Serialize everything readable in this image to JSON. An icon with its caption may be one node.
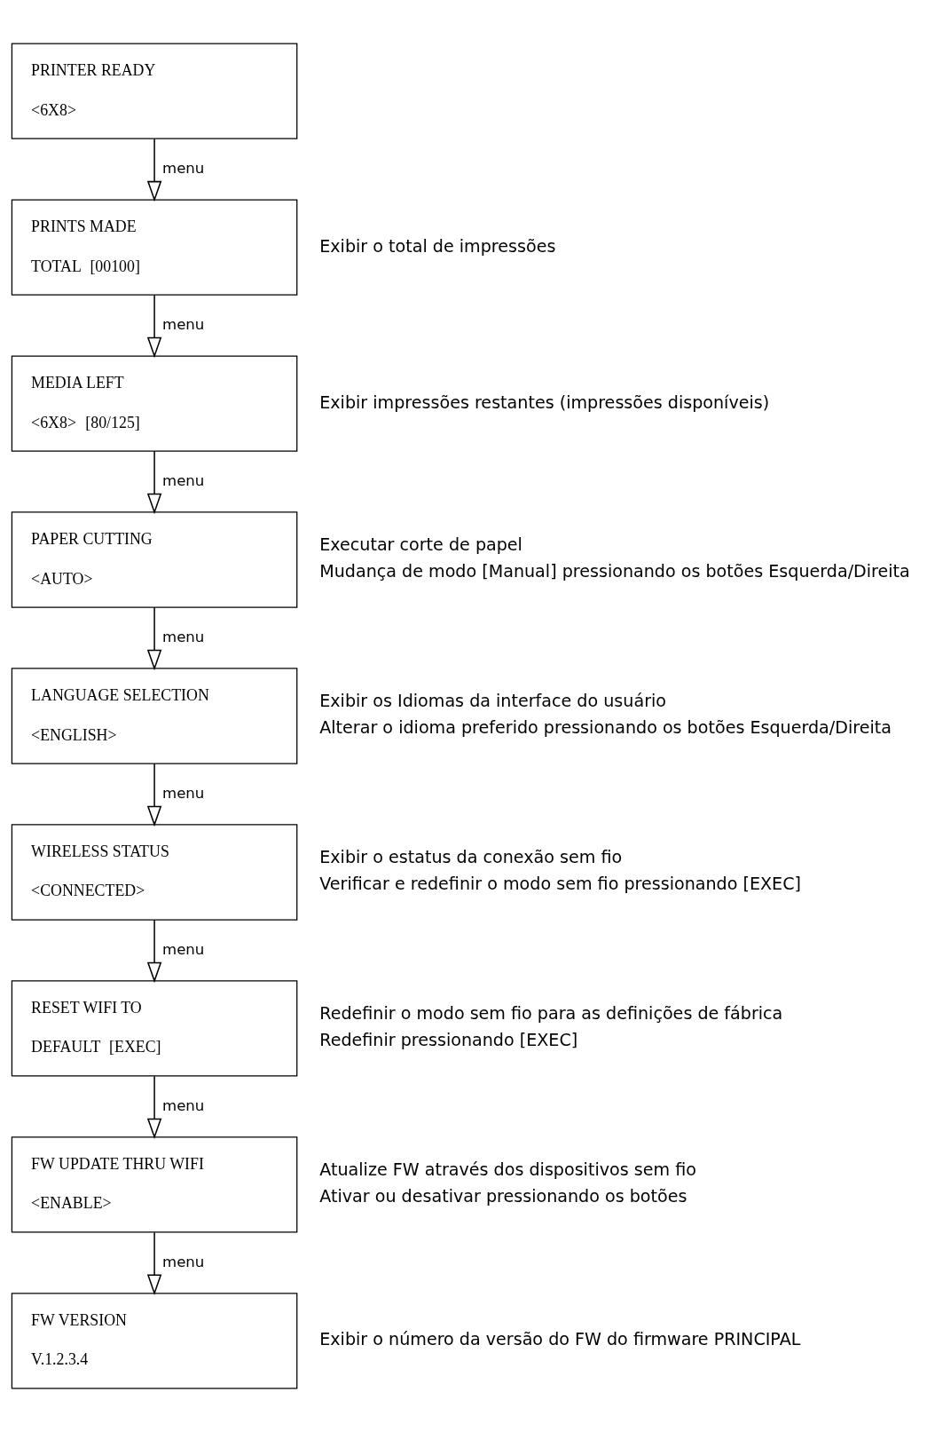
{
  "diagram": {
    "nodes": [
      {
        "text": [
          "PRINTER READY",
          "<6X8>"
        ]
      },
      {
        "text": [
          "PRINTS MADE",
          "TOTAL",
          "[00100]"
        ],
        "beside": [
          "Exibir o total de impressões"
        ]
      },
      {
        "text": [
          "MEDIA LEFT",
          "<6X8>",
          "[80/125]"
        ],
        "beside": [
          "Exibir impressões restantes (impressões disponíveis)"
        ]
      },
      {
        "text": [
          "PAPER CUTTING",
          "<AUTO>"
        ],
        "beside": [
          "Executar corte de papel",
          "Mudança de modo [Manual] pressionando os botões Esquerda/Direita"
        ]
      },
      {
        "text": [
          "LANGUAGE SELECTION",
          "<ENGLISH>"
        ],
        "beside": [
          "Exibir os Idiomas da interface do usuário",
          "Alterar o idioma preferido pressionando os botões Esquerda/Direita"
        ]
      },
      {
        "text": [
          "WIRELESS STATUS",
          "<CONNECTED>"
        ],
        "beside": [
          "Exibir o estatus da conexão sem fio",
          "Verificar e redefinir o modo sem fio pressionando [EXEC]"
        ]
      },
      {
        "text": [
          "RESET WIFI TO",
          "DEFAULT",
          "[EXEC]"
        ],
        "beside": [
          "Redefinir o modo sem fio para as definições de fábrica",
          "Redefinir pressionando [EXEC]"
        ]
      },
      {
        "text": [
          "FW UPDATE THRU WIFI",
          "<ENABLE>"
        ],
        "beside": [
          "Atualize FW através dos dispositivos sem fio",
          "Ativar ou desativar pressionando os botões"
        ]
      },
      {
        "text": [
          "FW VERSION",
          "V.1.2.3.4"
        ],
        "beside": [
          "Exibir o número da versão do FW do firmware PRINCIPAL"
        ]
      }
    ],
    "edges": [
      {
        "from": 0,
        "to": 1,
        "arrow": "to",
        "label": "menu"
      },
      {
        "from": 1,
        "to": 2,
        "arrow": "to",
        "label": "menu"
      },
      {
        "from": 2,
        "to": 3,
        "arrow": "to",
        "label": "menu"
      },
      {
        "from": 3,
        "to": 4,
        "arrow": "to",
        "label": "menu"
      },
      {
        "from": 4,
        "to": 5,
        "arrow": "to",
        "label": "menu"
      },
      {
        "from": 5,
        "to": 6,
        "arrow": "to",
        "label": "menu"
      },
      {
        "from": 6,
        "to": 7,
        "arrow": "to",
        "label": "menu"
      },
      {
        "from": 7,
        "to": 8,
        "arrow": "to",
        "label": "menu"
      }
    ]
  }
}
